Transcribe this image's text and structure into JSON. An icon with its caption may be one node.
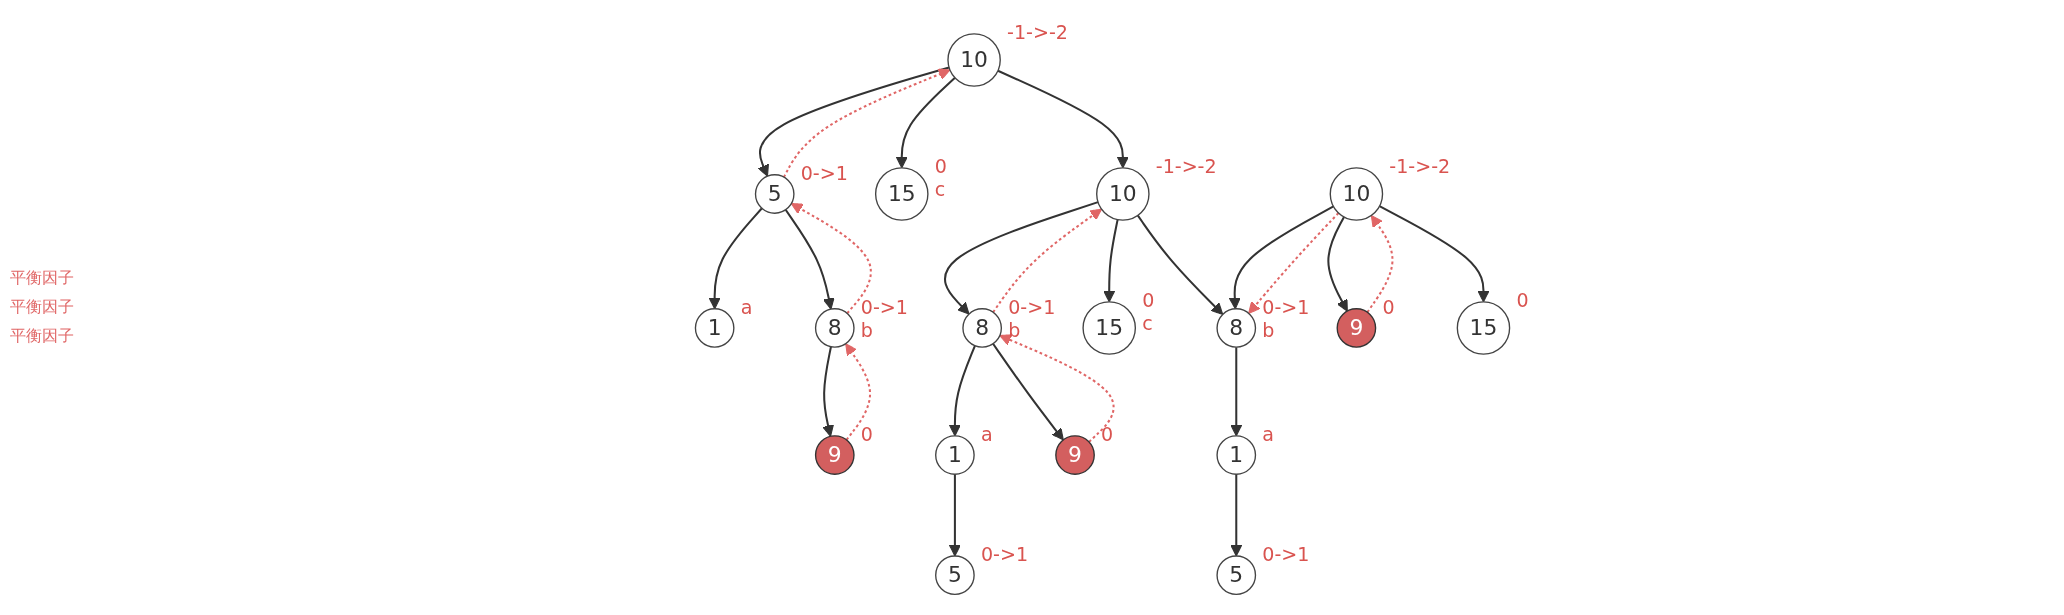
{
  "diagram": {
    "nodes": [
      {
        "text": [
          "10"
        ],
        "beside": [
          "-1->-2"
        ]
      },
      {
        "text": [
          "5"
        ],
        "beside": [
          "0->1"
        ]
      },
      {
        "text": [
          "15"
        ],
        "beside": [
          "0",
          "c"
        ]
      },
      {
        "text": [
          "1"
        ],
        "beside": [
          "a"
        ]
      },
      {
        "text": [
          "8"
        ],
        "beside": [
          "0->1",
          "b"
        ]
      },
      {
        "text": [
          "9"
        ],
        "beside": [
          "0"
        ]
      },
      {
        "text": [
          "10"
        ],
        "beside": [
          "-1->-2"
        ]
      },
      {
        "text": [
          "8"
        ],
        "beside": [
          "0->1",
          "b"
        ]
      },
      {
        "text": [
          "15"
        ],
        "beside": [
          "0",
          "c"
        ]
      },
      {
        "text": [
          "1"
        ],
        "beside": [
          "a"
        ]
      },
      {
        "text": [
          "9"
        ],
        "beside": [
          "0"
        ]
      },
      {
        "text": [
          "5"
        ],
        "beside": [
          "0->1"
        ]
      },
      {
        "text": [
          "8"
        ],
        "beside": [
          "0->1",
          "b"
        ]
      },
      {
        "text": [
          "1"
        ],
        "beside": [
          "a"
        ]
      },
      {
        "text": [
          "10"
        ],
        "beside": [
          "-1->-2"
        ]
      },
      {
        "text": [
          "5"
        ],
        "beside": [
          "0->1"
        ]
      },
      {
        "text": [
          "9"
        ],
        "beside": [
          "0"
        ]
      },
      {
        "text": [
          "15"
        ],
        "beside": [
          "0"
        ]
      }
    ],
    "edges": [
      {
        "from": 0,
        "to": 1,
        "arrow": "to"
      },
      {
        "from": 0,
        "to": 2,
        "arrow": "to"
      },
      {
        "from": 1,
        "to": 3,
        "arrow": "to"
      },
      {
        "from": 1,
        "to": 4,
        "arrow": "to"
      },
      {
        "from": 4,
        "to": 5,
        "arrow": "to"
      },
      {
        "from": 5,
        "to": 4,
        "arrow": "to",
        "style": "dashed",
        "color": "#e06666"
      },
      {
        "from": 4,
        "to": 1,
        "arrow": "to",
        "style": "dashed",
        "color": "#e06666"
      },
      {
        "from": 1,
        "to": 0,
        "arrow": "to",
        "style": "dashed",
        "color": "#e06666"
      },
      {
        "from": 0,
        "to": 6,
        "arrow": "to"
      },
      {
        "from": 6,
        "to": 7,
        "arrow": "to"
      },
      {
        "from": 6,
        "to": 8,
        "arrow": "to"
      },
      {
        "from": 7,
        "to": 9,
        "arrow": "to"
      },
      {
        "from": 7,
        "to": 10,
        "arrow": "to"
      },
      {
        "from": 9,
        "to": 11,
        "arrow": "to"
      },
      {
        "from": 10,
        "to": 7,
        "arrow": "to",
        "style": "dashed",
        "color": "#e06666"
      },
      {
        "from": 7,
        "to": 6,
        "arrow": "to",
        "style": "dashed",
        "color": "#e06666"
      },
      {
        "from": 6,
        "to": 12,
        "arrow": "to"
      },
      {
        "from": 12,
        "to": 13,
        "arrow": "to"
      },
      {
        "from": 14,
        "to": 12,
        "arrow": "to"
      },
      {
        "from": 13,
        "to": 15,
        "arrow": "to"
      },
      {
        "from": 14,
        "to": 16,
        "arrow": "to"
      },
      {
        "from": 14,
        "to": 17,
        "arrow": "to"
      },
      {
        "from": 14,
        "to": 12,
        "arrow": "to",
        "style": "dashed",
        "color": "#e06666"
      },
      {
        "from": 16,
        "to": 14,
        "arrow": "to",
        "style": "dashed",
        "color": "#e06666"
      }
    ],
    "labels": [
      "平衡因子",
      "平衡因子",
      "平衡因子"
    ]
  }
}
